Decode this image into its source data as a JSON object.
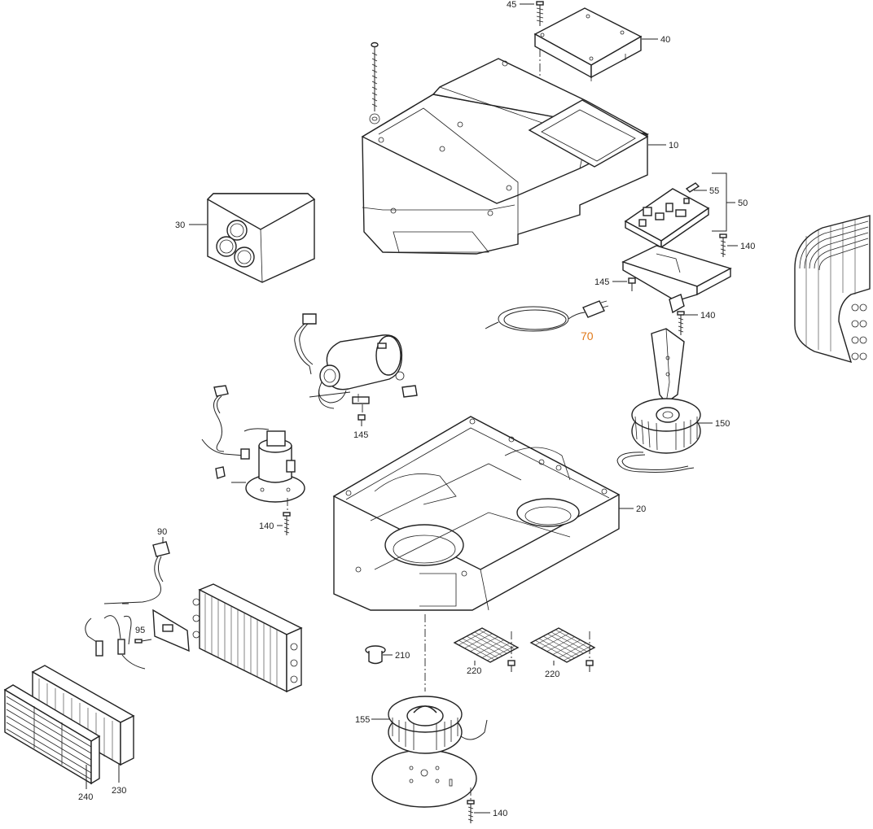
{
  "callouts": {
    "c45": "45",
    "c40": "40",
    "c10": "10",
    "c30": "30",
    "c55": "55",
    "c50": "50",
    "c140a": "140",
    "c145a": "145",
    "c70": "70",
    "c140b": "140",
    "c150": "150",
    "c145b": "145",
    "c140c": "140",
    "c20": "20",
    "c90": "90",
    "c95": "95",
    "c210": "210",
    "c220a": "220",
    "c220b": "220",
    "c155": "155",
    "c240": "240",
    "c230": "230",
    "c140d": "140"
  },
  "colors": {
    "line": "#222222",
    "highlight": "#e07a1a",
    "background": "#ffffff"
  }
}
